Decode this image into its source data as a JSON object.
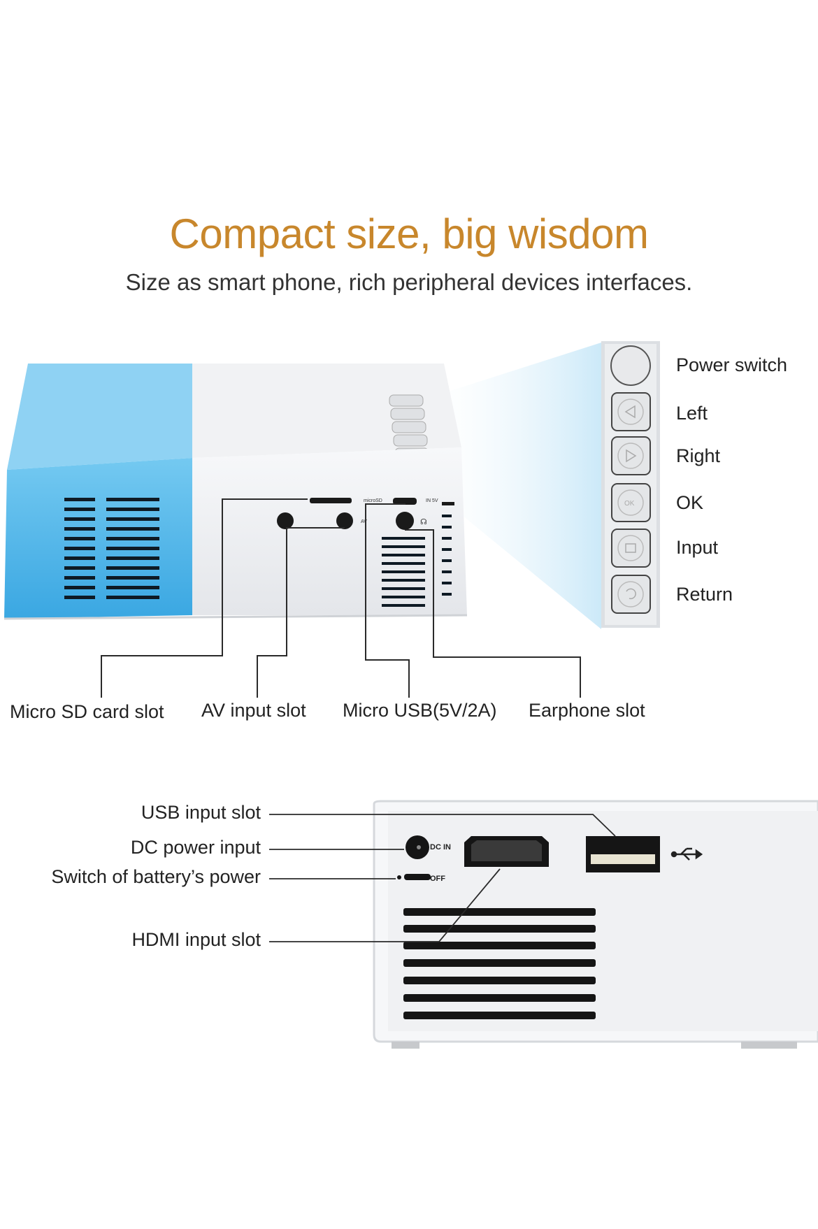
{
  "header": {
    "title": "Compact size, big wisdom",
    "subtitle": "Size as smart phone, rich peripheral devices interfaces."
  },
  "colors": {
    "title": "#c8872c",
    "projector_blue": "#56b8ea",
    "projector_white": "#f2f3f5",
    "beam": "#d8eefa"
  },
  "button_panel": {
    "buttons": [
      {
        "label": "Power switch",
        "icon": "power-button-icon"
      },
      {
        "label": "Left",
        "icon": "triangle-left-icon"
      },
      {
        "label": "Right",
        "icon": "triangle-right-icon"
      },
      {
        "label": "OK",
        "icon": "ok-icon"
      },
      {
        "label": "Input",
        "icon": "input-icon"
      },
      {
        "label": "Return",
        "icon": "return-icon"
      }
    ]
  },
  "side_ports": {
    "labels": [
      "Micro SD card slot",
      "AV input slot",
      "Micro USB(5V/2A)",
      "Earphone slot"
    ],
    "markings": {
      "micro_sd": "microSD",
      "av": "AV",
      "in5v": "IN 5V"
    }
  },
  "back_ports": {
    "labels": [
      "USB input slot",
      "DC power input",
      "Switch of battery’s power",
      "HDMI input slot"
    ],
    "markings": {
      "dc_in": "DC IN",
      "off": "OFF"
    }
  }
}
